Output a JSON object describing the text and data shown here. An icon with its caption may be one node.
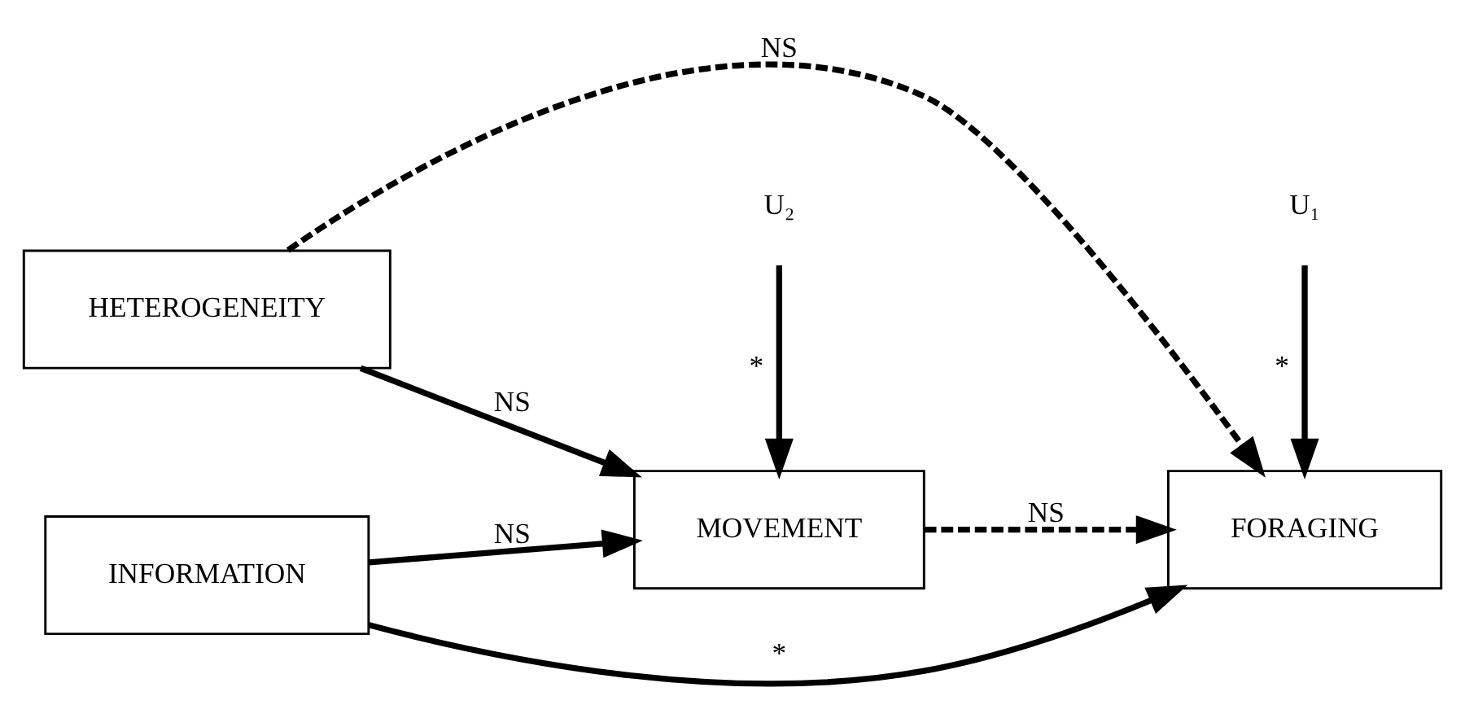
{
  "diagram": {
    "nodes": [
      {
        "text": [
          "HETEROGENEITY"
        ]
      },
      {
        "text": [
          "MOVEMENT"
        ]
      },
      {
        "text": [
          "FORAGING"
        ]
      },
      {
        "text": [
          "INFORMATION"
        ]
      },
      {
        "text": [
          "U₂"
        ]
      },
      {
        "text": [
          "U₁"
        ]
      }
    ],
    "edges": [
      {
        "from": 0,
        "to": 2,
        "arrow": "to",
        "label": "NS",
        "style": "dashed"
      },
      {
        "from": 0,
        "to": 1,
        "arrow": "to",
        "label": "NS"
      },
      {
        "from": 3,
        "to": 1,
        "arrow": "to",
        "label": "NS"
      },
      {
        "from": 1,
        "to": 2,
        "arrow": "to",
        "label": "NS",
        "style": "dashed"
      },
      {
        "from": 3,
        "to": 2,
        "arrow": "to",
        "label": "*"
      },
      {
        "from": 4,
        "to": 1,
        "arrow": "to",
        "label": "*"
      },
      {
        "from": 5,
        "to": 2,
        "arrow": "to",
        "label": "*"
      }
    ]
  }
}
